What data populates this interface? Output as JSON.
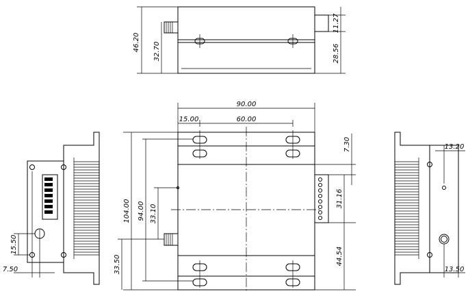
{
  "title": "",
  "dimensions": {
    "top_view": {
      "overall_height": "46.20",
      "body_height": "32.70",
      "flange_offset": "11.27",
      "flange_height": "28.56"
    },
    "front_view": {
      "overall_width": "90.00",
      "slot_edge_offset": "15.00",
      "slot_pitch": "60.00",
      "overall_length": "104.00",
      "mount_span": "94.00",
      "indicator_offset": "33.10",
      "connector_offset": "33.50",
      "terminal_offset": "7.30",
      "terminal_length": "31.16",
      "terminal_bottom_offset": "44.54"
    },
    "left_view": {
      "led_height": "15.50",
      "led_offset": "7.50"
    },
    "right_view": {
      "hole_offset_top": "13.20",
      "hole_offset_bottom": "13.50"
    }
  }
}
